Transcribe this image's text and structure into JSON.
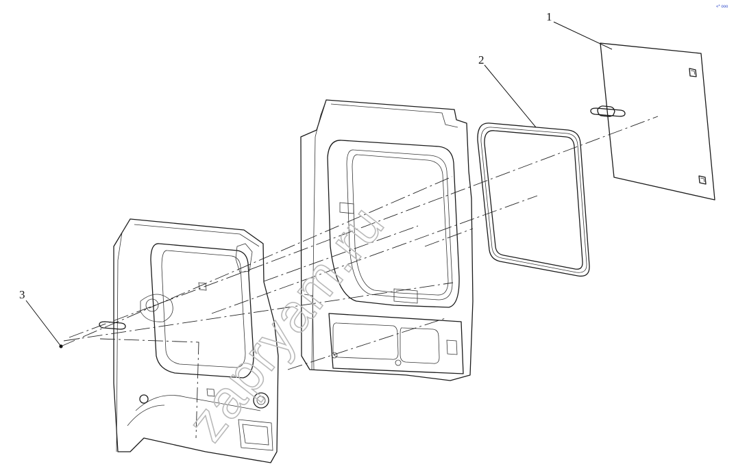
{
  "diagram": {
    "callouts": [
      {
        "id": "1",
        "label": "1"
      },
      {
        "id": "2",
        "label": "2"
      },
      {
        "id": "3",
        "label": "3"
      }
    ],
    "watermark": "zapryam.ru",
    "corner_mark": "«* ooo"
  },
  "parts": [
    "window-glass",
    "window-seal",
    "fastener-screw",
    "door-inner-panel",
    "rear-side-trim-panel"
  ],
  "colors": {
    "line": "#1a1a1a",
    "watermark": "#b9b9b9",
    "corner_mark": "#2a45c8"
  }
}
